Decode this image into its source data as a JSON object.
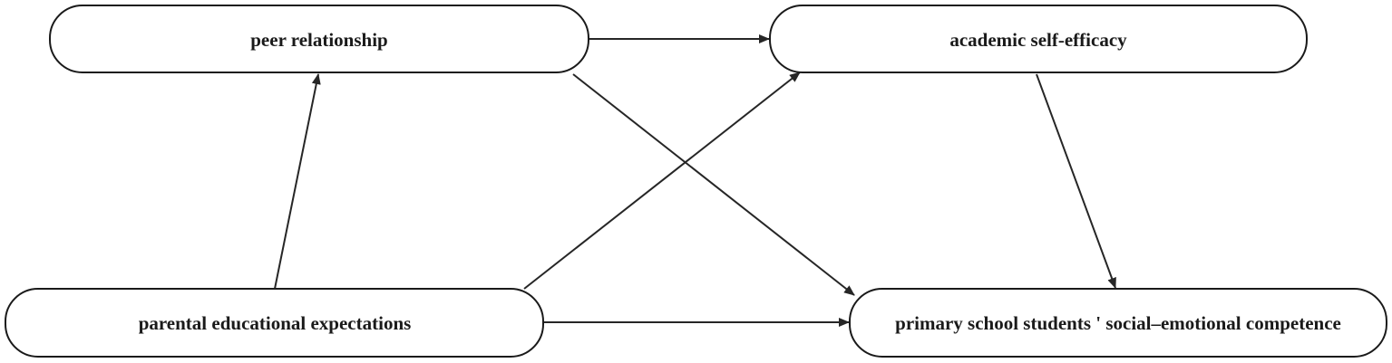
{
  "diagram": {
    "type": "path-model",
    "nodes": {
      "peer": {
        "label": "peer relationship"
      },
      "efficacy": {
        "label": "academic self-efficacy"
      },
      "parental": {
        "label": "parental educational expectations"
      },
      "competence": {
        "label": "primary school students ' social–emotional competence"
      }
    },
    "edges": [
      {
        "from": "parental",
        "to": "peer"
      },
      {
        "from": "parental",
        "to": "efficacy"
      },
      {
        "from": "parental",
        "to": "competence"
      },
      {
        "from": "peer",
        "to": "efficacy"
      },
      {
        "from": "peer",
        "to": "competence"
      },
      {
        "from": "efficacy",
        "to": "competence"
      }
    ]
  },
  "colors": {
    "stroke": "#1a1a1a",
    "background": "#ffffff"
  }
}
